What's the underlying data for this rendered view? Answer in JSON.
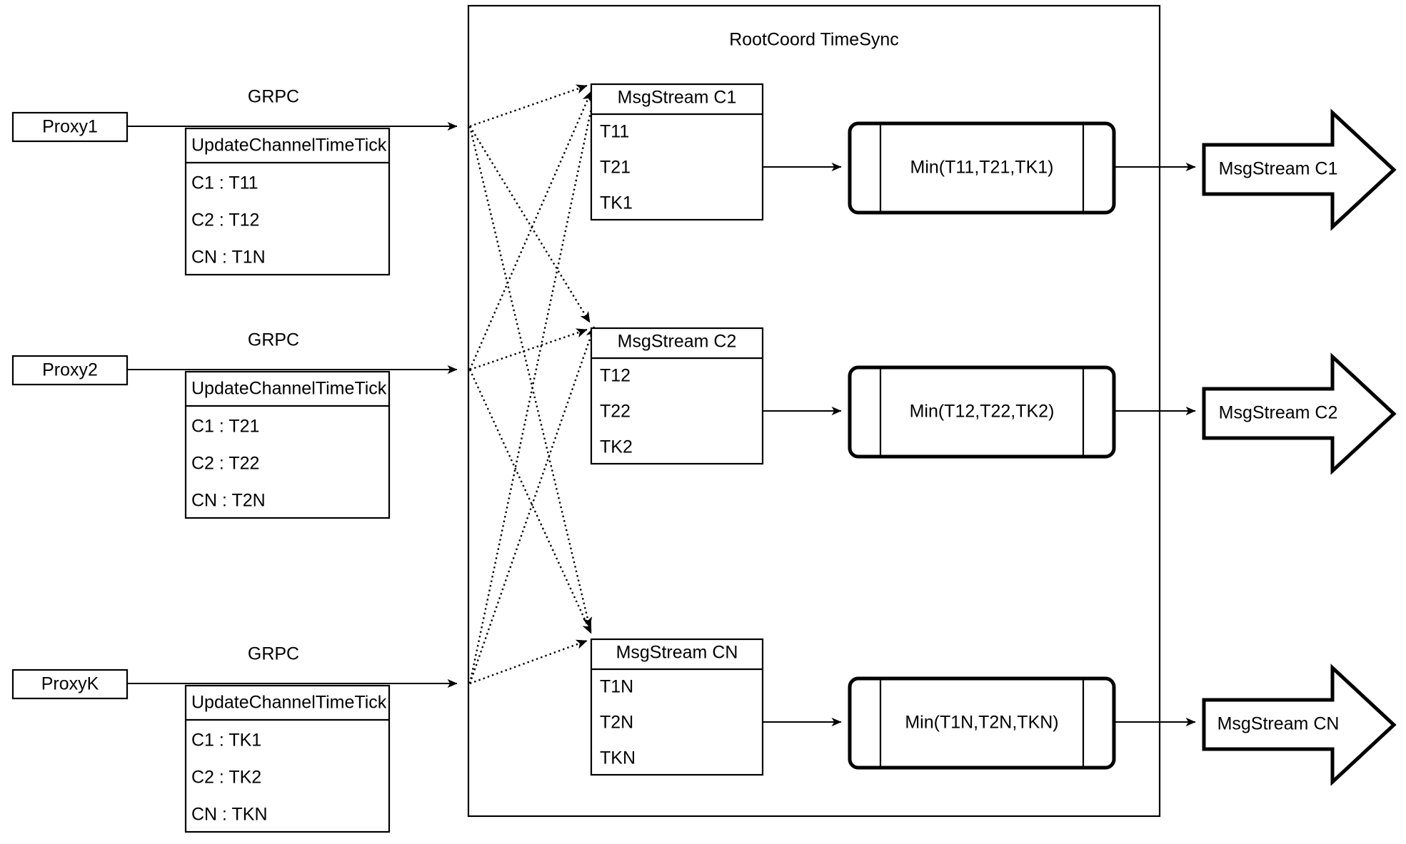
{
  "diagram": {
    "title": "RootCoord TimeSync",
    "container_label": "RootCoord TimeSync",
    "colors": {
      "stroke": "#000000",
      "fill": "#ffffff",
      "background": "#ffffff"
    },
    "proxies": [
      {
        "name": "Proxy1",
        "link_label": "GRPC",
        "request_title": "UpdateChannelTimeTick",
        "rows": [
          "C1 :  T11",
          "C2 :  T12",
          "CN : T1N"
        ]
      },
      {
        "name": "Proxy2",
        "link_label": "GRPC",
        "request_title": "UpdateChannelTimeTick",
        "rows": [
          "C1 :  T21",
          "C2 :  T22",
          "CN : T2N"
        ]
      },
      {
        "name": "ProxyK",
        "link_label": "GRPC",
        "request_title": "UpdateChannelTimeTick",
        "rows": [
          "C1 :  TK1",
          "C2 :  TK2",
          "CN : TKN"
        ]
      }
    ],
    "channels": [
      {
        "stream_title": "MsgStream C1",
        "ticks": [
          "T11",
          "T21",
          "TK1"
        ],
        "min_label": "Min(T11,T21,TK1)",
        "output_label": "MsgStream C1"
      },
      {
        "stream_title": "MsgStream C2",
        "ticks": [
          "T12",
          "T22",
          "TK2"
        ],
        "min_label": "Min(T12,T22,TK2)",
        "output_label": "MsgStream C2"
      },
      {
        "stream_title": "MsgStream CN",
        "ticks": [
          "T1N",
          "T2N",
          "TKN"
        ],
        "min_label": "Min(T1N,T2N,TKN)",
        "output_label": "MsgStream CN"
      }
    ]
  }
}
